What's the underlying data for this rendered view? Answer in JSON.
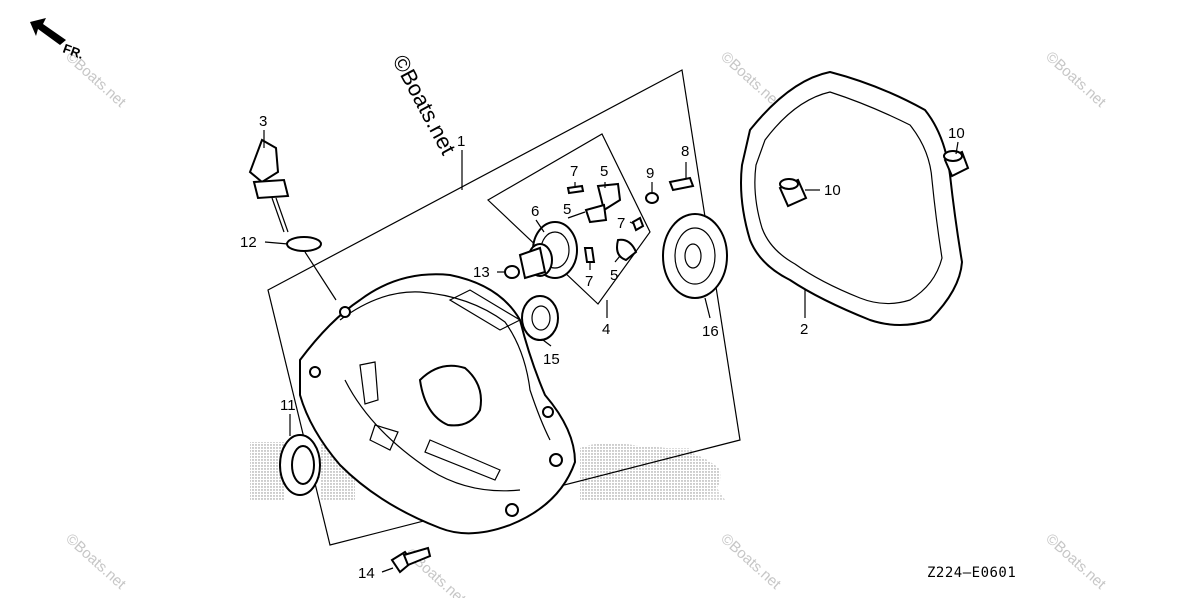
{
  "diagram": {
    "direction_label": "FR.",
    "copyright": "©Boats.net",
    "diagram_code": "Z224—E0601",
    "watermark": "©Boats.net",
    "callouts": [
      {
        "id": "c1",
        "label": "1"
      },
      {
        "id": "c2",
        "label": "2"
      },
      {
        "id": "c3",
        "label": "3"
      },
      {
        "id": "c4",
        "label": "4"
      },
      {
        "id": "c5a",
        "label": "5"
      },
      {
        "id": "c5b",
        "label": "5"
      },
      {
        "id": "c5c",
        "label": "5"
      },
      {
        "id": "c6",
        "label": "6"
      },
      {
        "id": "c7a",
        "label": "7"
      },
      {
        "id": "c7b",
        "label": "7"
      },
      {
        "id": "c7c",
        "label": "7"
      },
      {
        "id": "c8",
        "label": "8"
      },
      {
        "id": "c9",
        "label": "9"
      },
      {
        "id": "c10a",
        "label": "10"
      },
      {
        "id": "c10b",
        "label": "10"
      },
      {
        "id": "c11",
        "label": "11"
      },
      {
        "id": "c12",
        "label": "12"
      },
      {
        "id": "c13",
        "label": "13"
      },
      {
        "id": "c14",
        "label": "14"
      },
      {
        "id": "c15",
        "label": "15"
      },
      {
        "id": "c16",
        "label": "16"
      }
    ]
  }
}
